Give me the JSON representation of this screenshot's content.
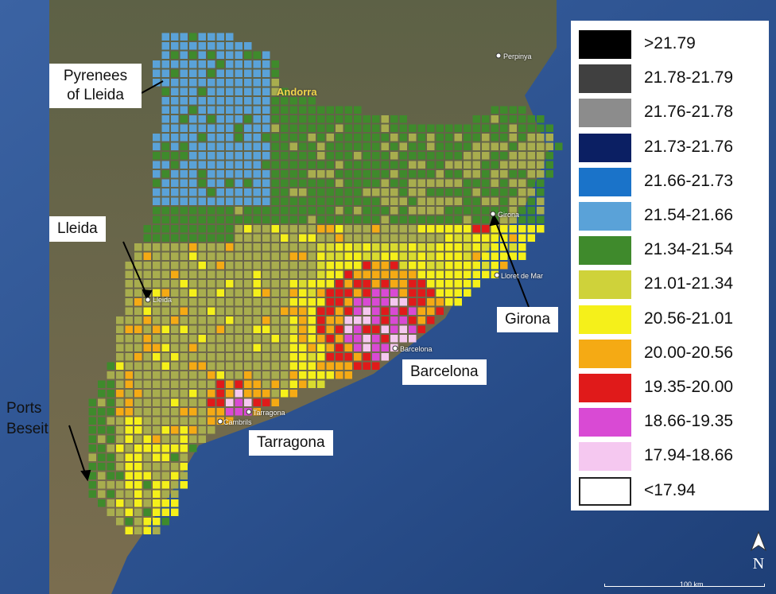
{
  "labels": {
    "pyrenees_line1": "Pyrenees",
    "pyrenees_line2": "of Lleida",
    "lleida": "Lleida",
    "girona": "Girona",
    "barcelona": "Barcelona",
    "tarragona": "Tarragona",
    "ports_line1": "Ports",
    "ports_line2": "Beseit"
  },
  "basemap_labels": {
    "andorra": "Andorra",
    "perpinya": "Perpinya",
    "lleida_small": "Lleida",
    "girona_small": "Girona",
    "lloret": "Lloret de Mar",
    "barcelona_small": "Barcelona",
    "tarragona_small": "Tarragona",
    "cambrils": "Cambrils"
  },
  "legend": {
    "items": [
      {
        "label": ">21.79",
        "color": "#000000"
      },
      {
        "label": "21.78-21.79",
        "color": "#404040"
      },
      {
        "label": "21.76-21.78",
        "color": "#8c8c8c"
      },
      {
        "label": "21.73-21.76",
        "color": "#0b1f63"
      },
      {
        "label": "21.66-21.73",
        "color": "#1a73c9"
      },
      {
        "label": "21.54-21.66",
        "color": "#5aa2d8"
      },
      {
        "label": "21.34-21.54",
        "color": "#3f8a2c"
      },
      {
        "label": "21.01-21.34",
        "color": "#cfd23a"
      },
      {
        "label": "20.56-21.01",
        "color": "#f5f01a"
      },
      {
        "label": "20.00-20.56",
        "color": "#f5aa14"
      },
      {
        "label": "19.35-20.00",
        "color": "#e01a1a"
      },
      {
        "label": "18.66-19.35",
        "color": "#d94ad4"
      },
      {
        "label": "17.94-18.66",
        "color": "#f5c8f0"
      },
      {
        "label": "<17.94",
        "color": "#ffffff"
      }
    ]
  },
  "north": "N",
  "scale": "100 km",
  "colors": {
    "sea": "#2a4f8c",
    "land": "#6b6a48"
  }
}
